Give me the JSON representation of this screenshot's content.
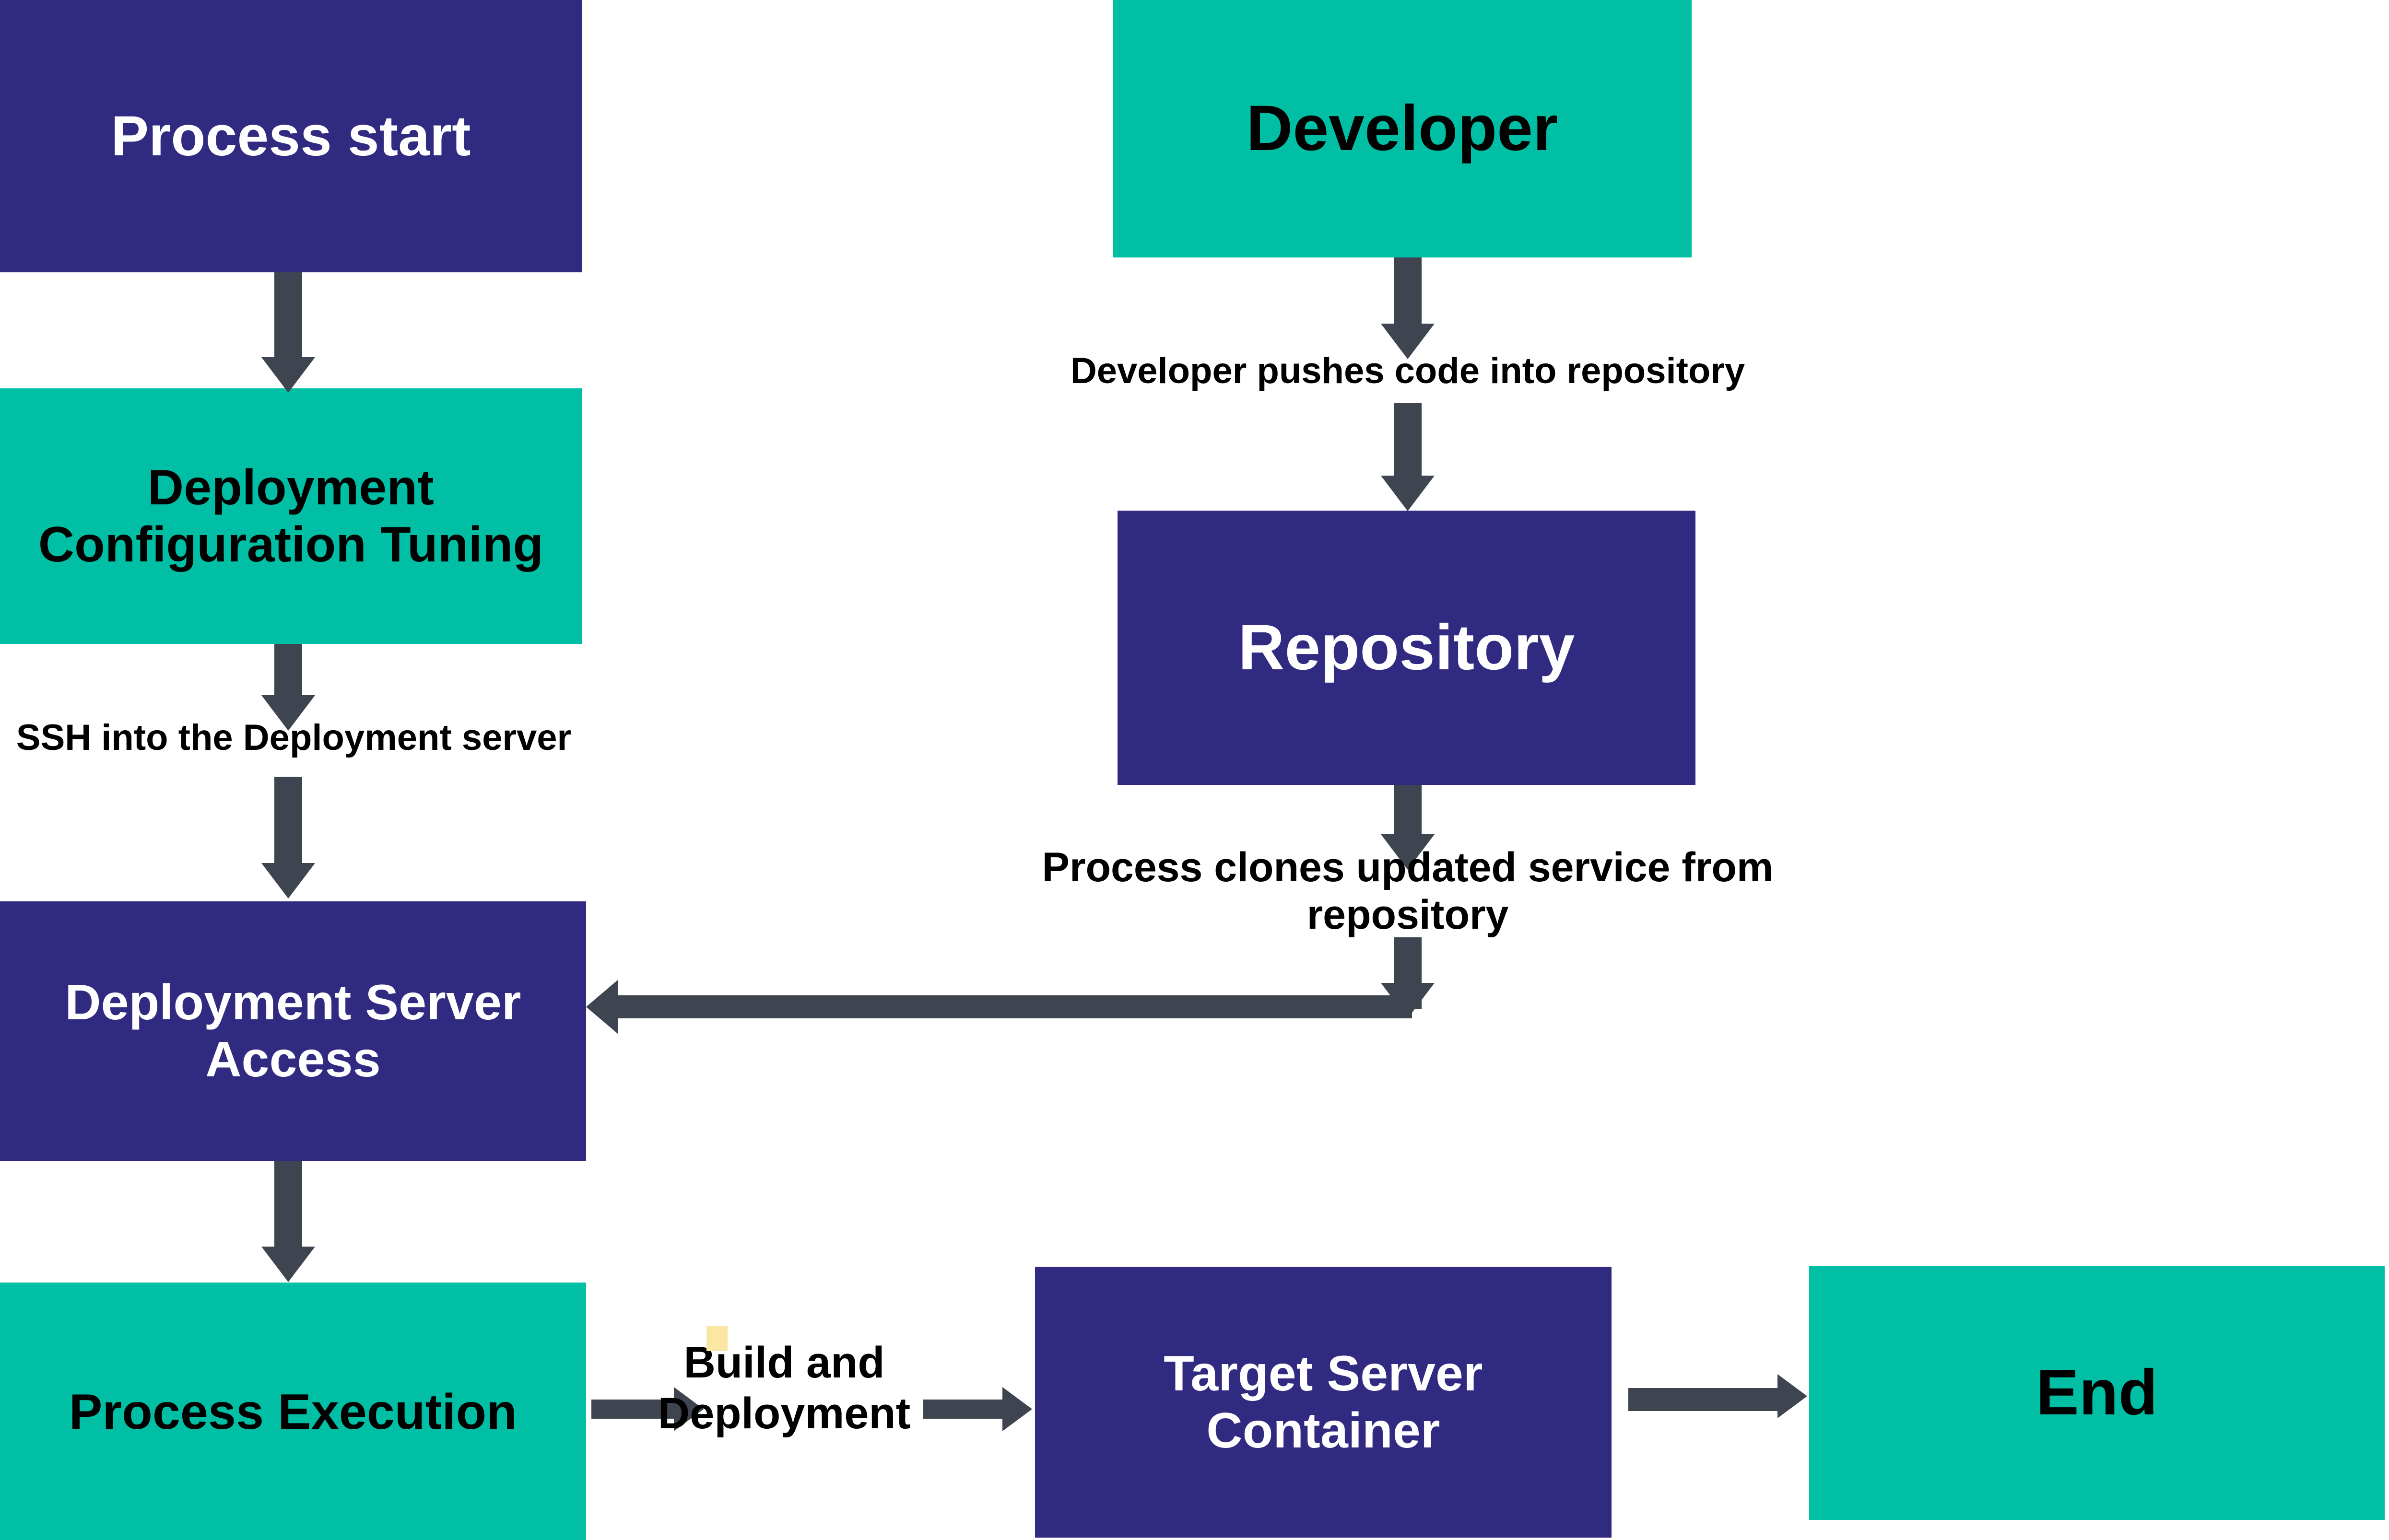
{
  "diagram": {
    "title": "Deployment Process Flowchart",
    "colors": {
      "navy": "#312a81",
      "teal": "#00bfa5",
      "connector": "#3e4551",
      "background": "#ffffff",
      "artifact": "#fbe6a2"
    },
    "nodes": [
      {
        "id": "process-start",
        "label": "Process start",
        "fill": "navy"
      },
      {
        "id": "deploy-config",
        "label": "Deployment Configuration Tuning",
        "fill": "teal"
      },
      {
        "id": "deploy-server-access",
        "label": "Deployment Server Access",
        "fill": "navy"
      },
      {
        "id": "process-execution",
        "label": "Process Execution",
        "fill": "teal"
      },
      {
        "id": "developer",
        "label": "Developer",
        "fill": "teal"
      },
      {
        "id": "repository",
        "label": "Repository",
        "fill": "navy"
      },
      {
        "id": "target-server",
        "label": "Target Server Container",
        "fill": "navy"
      },
      {
        "id": "end",
        "label": "End",
        "fill": "teal"
      }
    ],
    "edges": [
      {
        "id": "start-to-config",
        "from": "process-start",
        "to": "deploy-config",
        "label": ""
      },
      {
        "id": "config-to-access",
        "from": "deploy-config",
        "to": "deploy-server-access",
        "label": "SSH into the Deployment server"
      },
      {
        "id": "access-to-execution",
        "from": "deploy-server-access",
        "to": "process-execution",
        "label": ""
      },
      {
        "id": "developer-to-repo",
        "from": "developer",
        "to": "repository",
        "label": "Developer pushes code into repository"
      },
      {
        "id": "repo-to-access",
        "from": "repository",
        "to": "deploy-server-access",
        "label": "Process clones updated service from\nrepository"
      },
      {
        "id": "execution-to-target",
        "from": "process-execution",
        "to": "target-server",
        "label": "Build and\nDeployment"
      },
      {
        "id": "target-to-end",
        "from": "target-server",
        "to": "end",
        "label": ""
      }
    ]
  }
}
